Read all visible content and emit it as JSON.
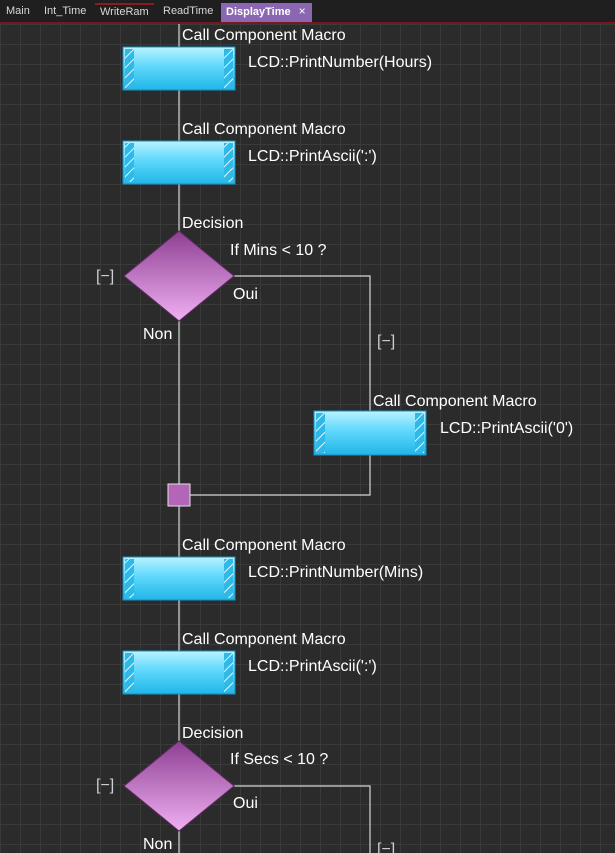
{
  "tabs": [
    {
      "label": "Main"
    },
    {
      "label": "Int_Time"
    },
    {
      "label": "WriteRam"
    },
    {
      "label": "ReadTime"
    },
    {
      "label": "DisplayTime",
      "close": "×"
    }
  ],
  "flowchart": {
    "blocks": [
      {
        "title": "Call Component Macro",
        "text": "LCD::PrintNumber(Hours)"
      },
      {
        "title": "Call Component Macro",
        "text": "LCD::PrintAscii(':')"
      },
      {
        "title": "Decision",
        "text": "If  Mins < 10 ?",
        "yes": "Oui",
        "no": "Non",
        "collapse_left": "[−]",
        "collapse_branch": "[−]"
      },
      {
        "title": "Call Component Macro",
        "text": "LCD::PrintAscii('0')"
      },
      {
        "title": "Call Component Macro",
        "text": "LCD::PrintNumber(Mins)"
      },
      {
        "title": "Call Component Macro",
        "text": "LCD::PrintAscii(':')"
      },
      {
        "title": "Decision",
        "text": "If  Secs < 10 ?",
        "yes": "Oui",
        "no": "Non",
        "collapse_left": "[−]",
        "collapse_branch": "[−]"
      }
    ]
  },
  "colors": {
    "macro_fill_top": "#b9f3ff",
    "macro_fill_bottom": "#1fb6e8",
    "decision_fill_top": "#e59be8",
    "decision_fill_bottom": "#8d3f92",
    "tab_active": "#8b66b3"
  }
}
